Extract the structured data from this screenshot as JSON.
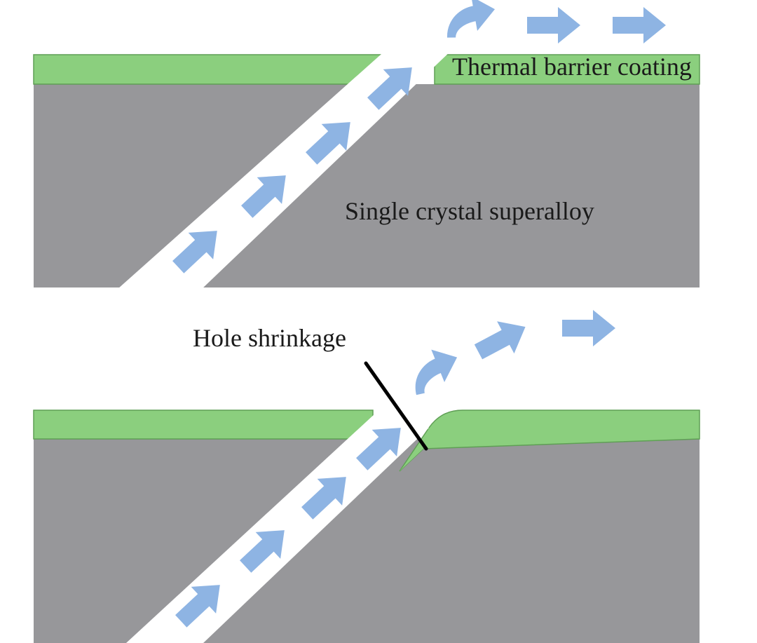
{
  "labels": {
    "coating": "Thermal barrier coating",
    "substrate": "Single crystal superalloy",
    "shrinkage": "Hole shrinkage"
  },
  "colors": {
    "substrate": "#97979a",
    "coating": "#8bcf7e",
    "coating_edge": "#5f9f55",
    "channel": "#ffffff",
    "arrow": "#8eb4e3",
    "pointer": "#000000"
  },
  "icons": {
    "flow_arrow": "arrow-right-icon",
    "curved_flow_arrow": "curved-arrow-icon"
  }
}
